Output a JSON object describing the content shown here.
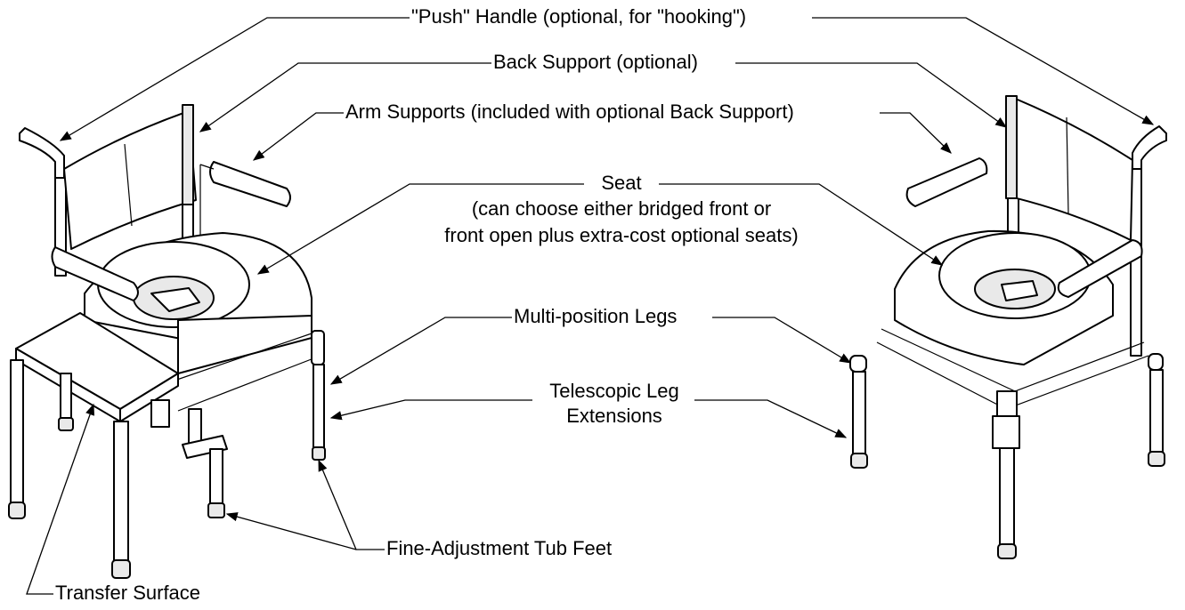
{
  "labels": {
    "push_handle": "\"Push\" Handle (optional, for \"hooking\")",
    "back_support": "Back Support (optional)",
    "arm_supports": "Arm Supports (included with optional Back Support)",
    "seat_line1": "Seat",
    "seat_line2": "(can choose either bridged front or",
    "seat_line3": "front open plus extra-cost optional seats)",
    "legs": "Multi-position Legs",
    "tele_line1": "Telescopic Leg",
    "tele_line2": "Extensions",
    "feet": "Fine-Adjustment Tub Feet",
    "transfer": "Transfer Surface"
  }
}
